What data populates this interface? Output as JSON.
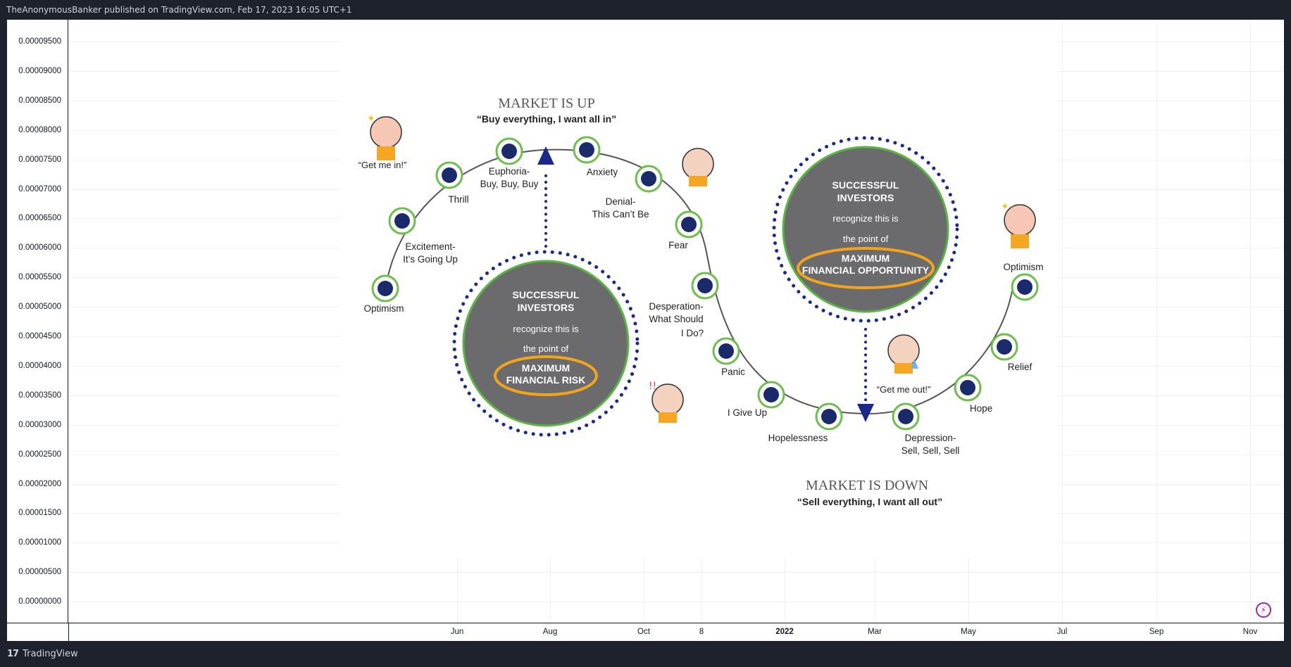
{
  "header": {
    "publish_line": "TheAnonymousBanker published on TradingView.com, Feb 17, 2023 16:05 UTC+1"
  },
  "footer": {
    "brand_logo_icon": "tradingview-logo-icon",
    "brand_name": "TradingView"
  },
  "price_axis": {
    "labels": [
      "0.00009500",
      "0.00009000",
      "0.00008500",
      "0.00008000",
      "0.00007500",
      "0.00007000",
      "0.00006500",
      "0.00006000",
      "0.00005500",
      "0.00005000",
      "0.00004500",
      "0.00004000",
      "0.00003500",
      "0.00003000",
      "0.00002500",
      "0.00002000",
      "0.00001500",
      "0.00001000",
      "0.00000500",
      "0.00000000"
    ]
  },
  "time_axis": {
    "labels": [
      {
        "text": "Jun",
        "bold": false
      },
      {
        "text": "Aug",
        "bold": false
      },
      {
        "text": "Oct",
        "bold": false
      },
      {
        "text": "8",
        "bold": false
      },
      {
        "text": "2022",
        "bold": true
      },
      {
        "text": "Mar",
        "bold": false
      },
      {
        "text": "May",
        "bold": false
      },
      {
        "text": "Jul",
        "bold": false
      },
      {
        "text": "Sep",
        "bold": false
      },
      {
        "text": "Nov",
        "bold": false
      }
    ]
  },
  "diagram": {
    "market_up_title": "MARKET IS UP",
    "market_up_quote": "“Buy everything, I want all in”",
    "market_down_title": "MARKET IS DOWN",
    "market_down_quote": "“Sell everything, I want all out”",
    "left_circle": {
      "line1": "SUCCESSFUL",
      "line2": "INVESTORS",
      "line3": "recognize this is",
      "line4": "the point of",
      "line5": "MAXIMUM",
      "line6": "FINANCIAL RISK"
    },
    "right_circle": {
      "line1": "SUCCESSFUL",
      "line2": "INVESTORS",
      "line3": "recognize this is",
      "line4": "the point of",
      "line5": "MAXIMUM",
      "line6": "FINANCIAL OPPORTUNITY"
    },
    "quotes": {
      "get_me_in": "“Get me in!”",
      "get_me_out": "“Get me out!”"
    },
    "stages": [
      {
        "line1": "Optimism",
        "line2": ""
      },
      {
        "line1": "Excitement-",
        "line2": "It’s Going Up"
      },
      {
        "line1": "Thrill",
        "line2": ""
      },
      {
        "line1": "Euphoria-",
        "line2": "Buy, Buy, Buy"
      },
      {
        "line1": "Anxiety",
        "line2": ""
      },
      {
        "line1": "Denial-",
        "line2": "This Can’t Be"
      },
      {
        "line1": "Fear",
        "line2": ""
      },
      {
        "line1": "Desperation-",
        "line2": "What Should"
      },
      {
        "line1": "Panic",
        "line2": ""
      },
      {
        "line1": "I Give Up",
        "line2": ""
      },
      {
        "line1": "Hopelessness",
        "line2": ""
      },
      {
        "line1": "Depression-",
        "line2": "Sell, Sell, Sell"
      },
      {
        "line1": "Hope",
        "line2": ""
      },
      {
        "line1": "Relief",
        "line2": ""
      },
      {
        "line1": "Optimism",
        "line2": ""
      }
    ],
    "desperation_line3": "I Do?",
    "colors": {
      "node_fill": "#1b2a6b",
      "node_ring": "#6cbf4a",
      "circle_fill": "#6b6b6d",
      "circle_ring": "#5bb544",
      "dots": "#1b2a8a",
      "highlight_ellipse": "#f2a51c",
      "curve": "#555555"
    }
  }
}
